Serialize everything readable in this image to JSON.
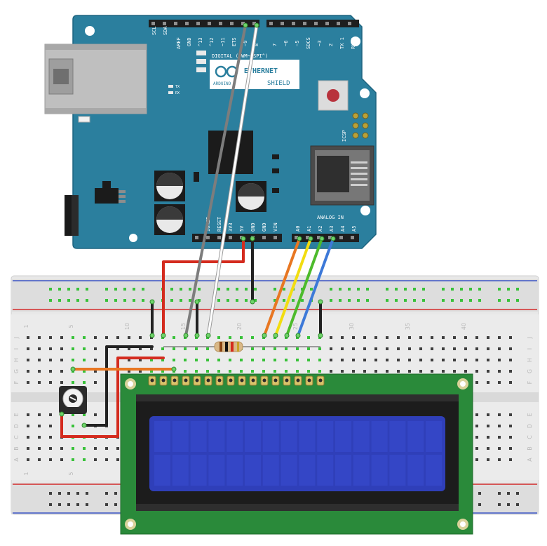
{
  "shield": {
    "brand": "ARDUINO",
    "title_line1": "ETHERNET",
    "title_line2": "SHIELD",
    "digital_caption": "DIGITAL (PWM~ SPI^)",
    "analog_caption": "ANALOG IN",
    "icsp_label": "ICSP",
    "tx_led": "TX",
    "rx_led": "RX",
    "top_header_labels": [
      "SCL",
      "SDA",
      "AREF",
      "GND",
      "^13",
      "^12",
      "~11",
      "ETS",
      "~9",
      "8",
      "7",
      "~6",
      "~5",
      "SDCS",
      "~3",
      "2",
      "TX 1",
      "RX 0"
    ],
    "power_header_labels": [
      "IOREF",
      "RESET",
      "3V3",
      "5V",
      "GND",
      "GND",
      "VIN"
    ],
    "analog_header_labels": [
      "A0",
      "A1",
      "A2",
      "A3",
      "A4",
      "A5"
    ]
  },
  "breadboard": {
    "column_numbers": [
      "1",
      "5",
      "10",
      "15",
      "20",
      "25",
      "30",
      "35",
      "40"
    ],
    "row_letters_top": [
      "J",
      "I",
      "H",
      "G",
      "F"
    ],
    "row_letters_bottom": [
      "E",
      "D",
      "C",
      "B",
      "A"
    ]
  },
  "colors": {
    "pcb": "#2b7f9e",
    "lcd_pcb": "#2a8a3a",
    "lcd_screen": "#2f3fb9",
    "wire_red": "#d42b1e",
    "wire_black": "#222222",
    "wire_orange": "#e87722",
    "wire_yellow": "#f2dd10",
    "wire_green": "#4dbb2c",
    "wire_blue": "#3d79d8",
    "wire_gray": "#8a8a8a",
    "wire_white": "#ffffff"
  }
}
